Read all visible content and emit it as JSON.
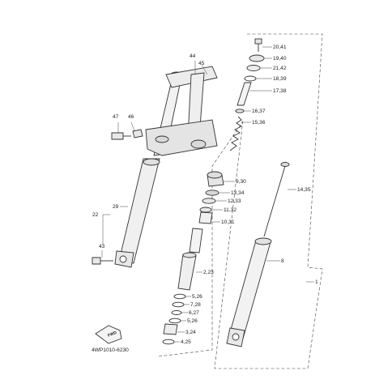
{
  "diagram": {
    "part_number_code": "4WP1010-6230",
    "fwd_arrow_text": "FWD",
    "callouts": {
      "c1": "1",
      "c2_23": "2,23",
      "c3_24": "3,24",
      "c4_25": "4,25",
      "c5_26_a": "5,26",
      "c5_26_b": "5,26",
      "c6_27": "6,27",
      "c7_28": "7,28",
      "c8": "8",
      "c9_30": "9,30",
      "c10_31": "10,31",
      "c11_32": "11,32",
      "c12_33": "12,33",
      "c13_34": "13,34",
      "c14_35": "14,35",
      "c15_36": "15,36",
      "c16_37": "16,37",
      "c17_38": "17,38",
      "c18_39": "18,39",
      "c19_40": "19,40",
      "c20_41": "20,41",
      "c21_42": "21,42",
      "c22": "22",
      "c29": "29",
      "c43": "43",
      "c44": "44",
      "c45": "45",
      "c46": "46",
      "c47": "47"
    }
  }
}
